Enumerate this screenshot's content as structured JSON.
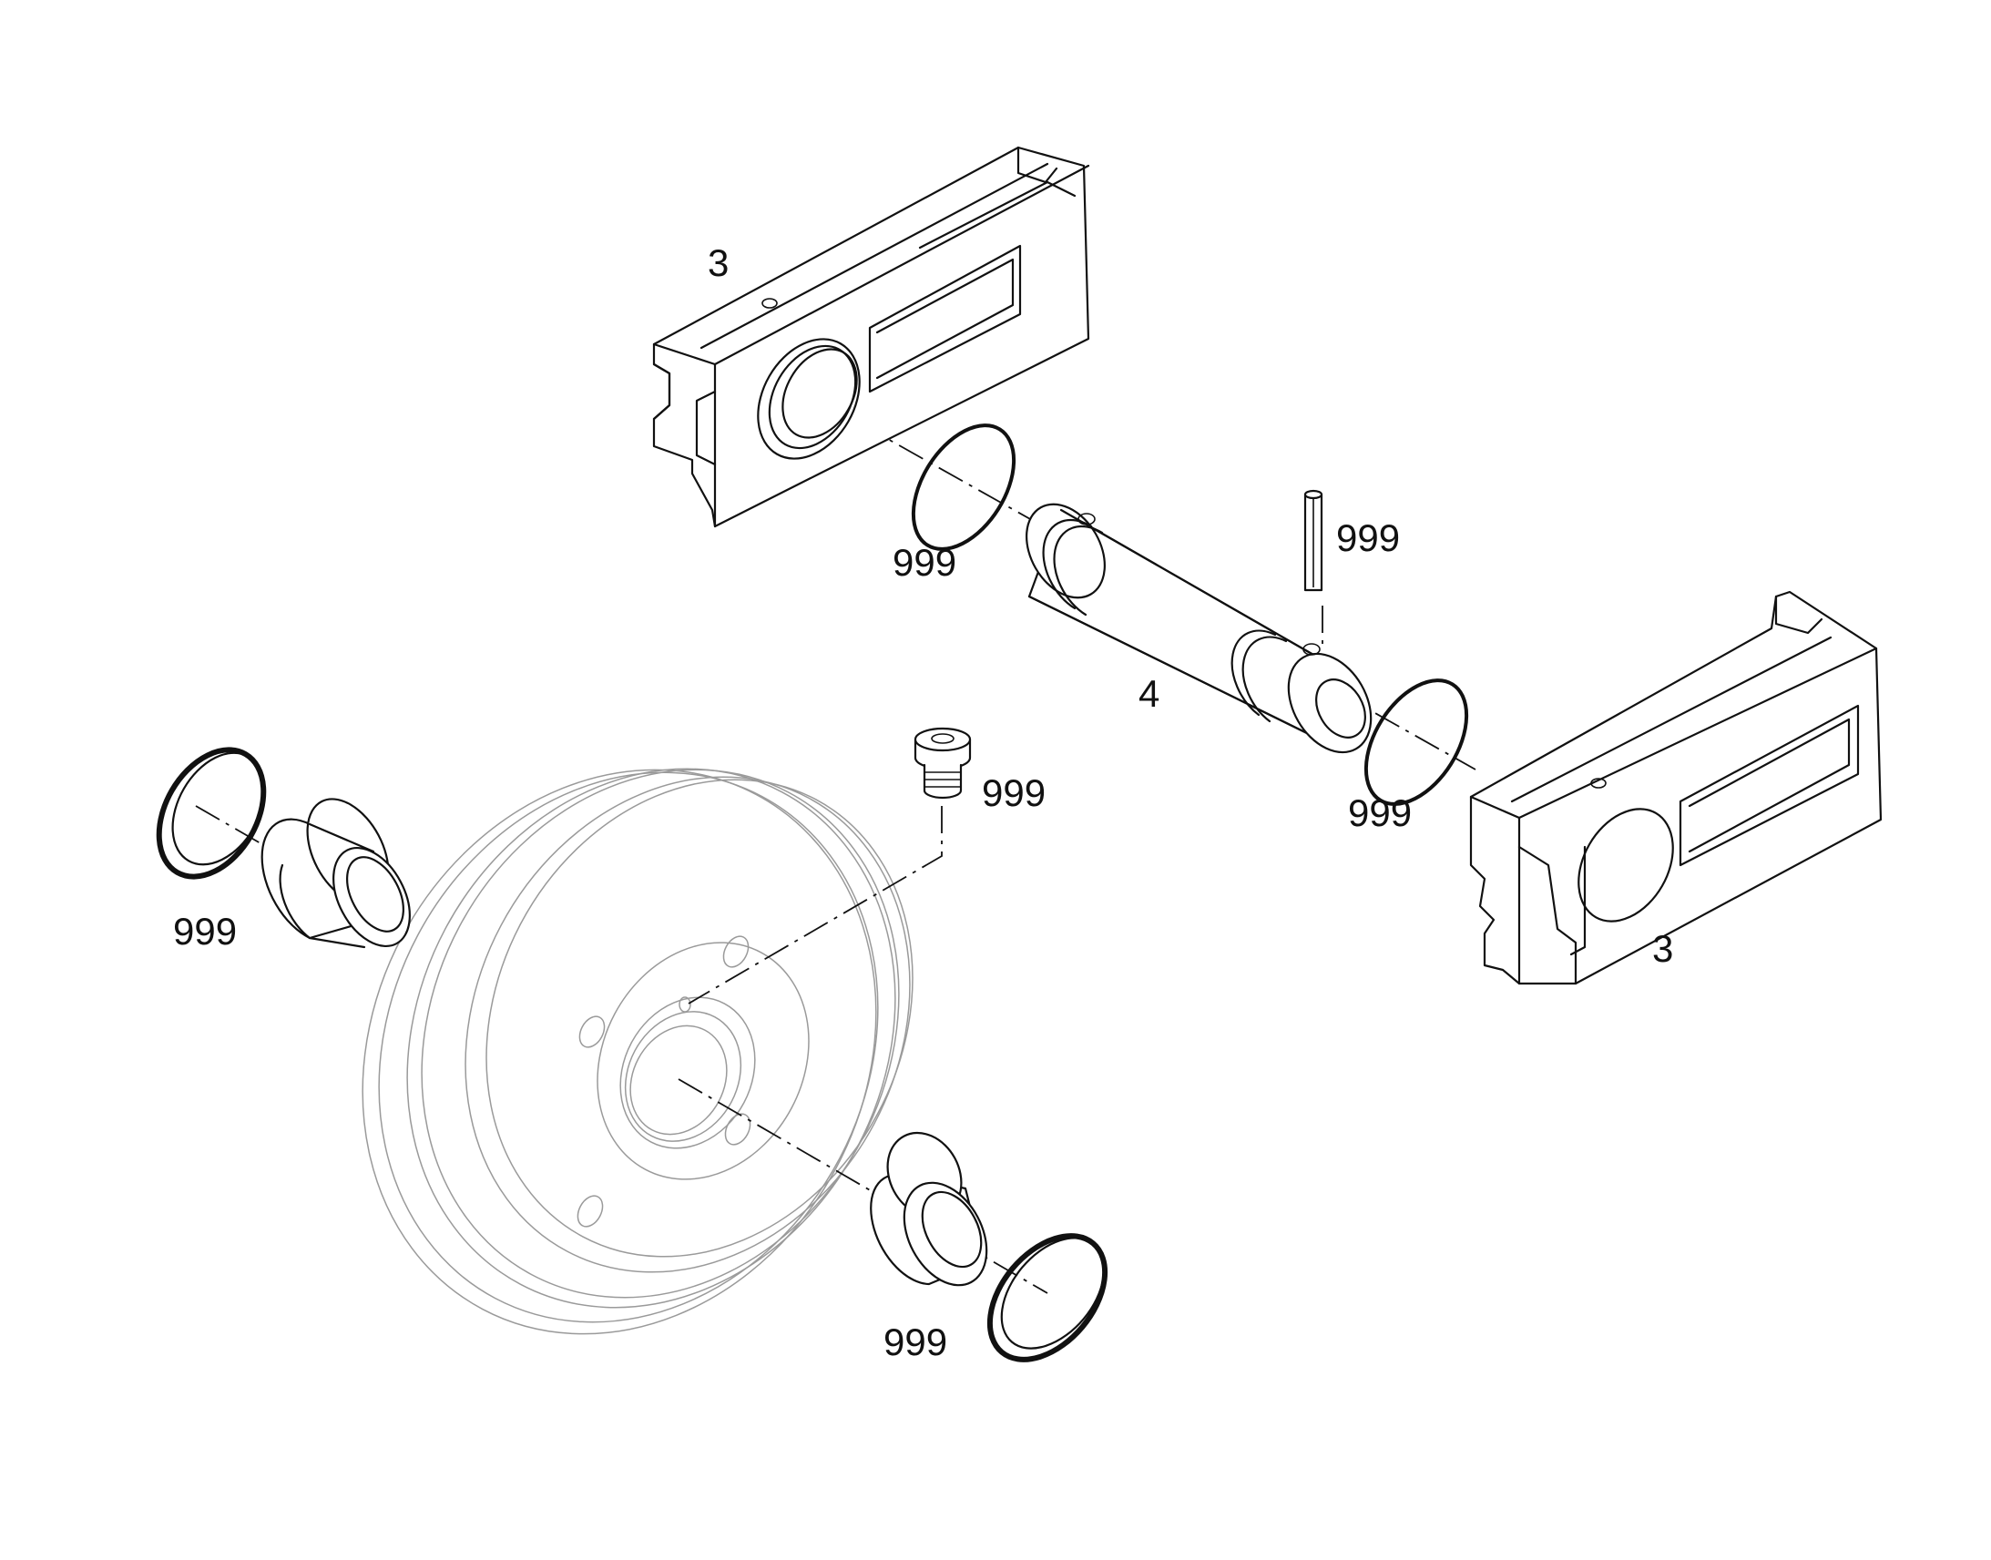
{
  "callouts": {
    "frame_top": "3",
    "frame_bottom": "3",
    "shaft": "4",
    "oring_top": "999",
    "pin": "999",
    "oring_right": "999",
    "plug_screw": "999",
    "ring_left": "999",
    "ring_bottom": "999"
  },
  "colors": {
    "line": "#111111",
    "wheel_line": "#9a9a9a",
    "background": "#ffffff"
  }
}
